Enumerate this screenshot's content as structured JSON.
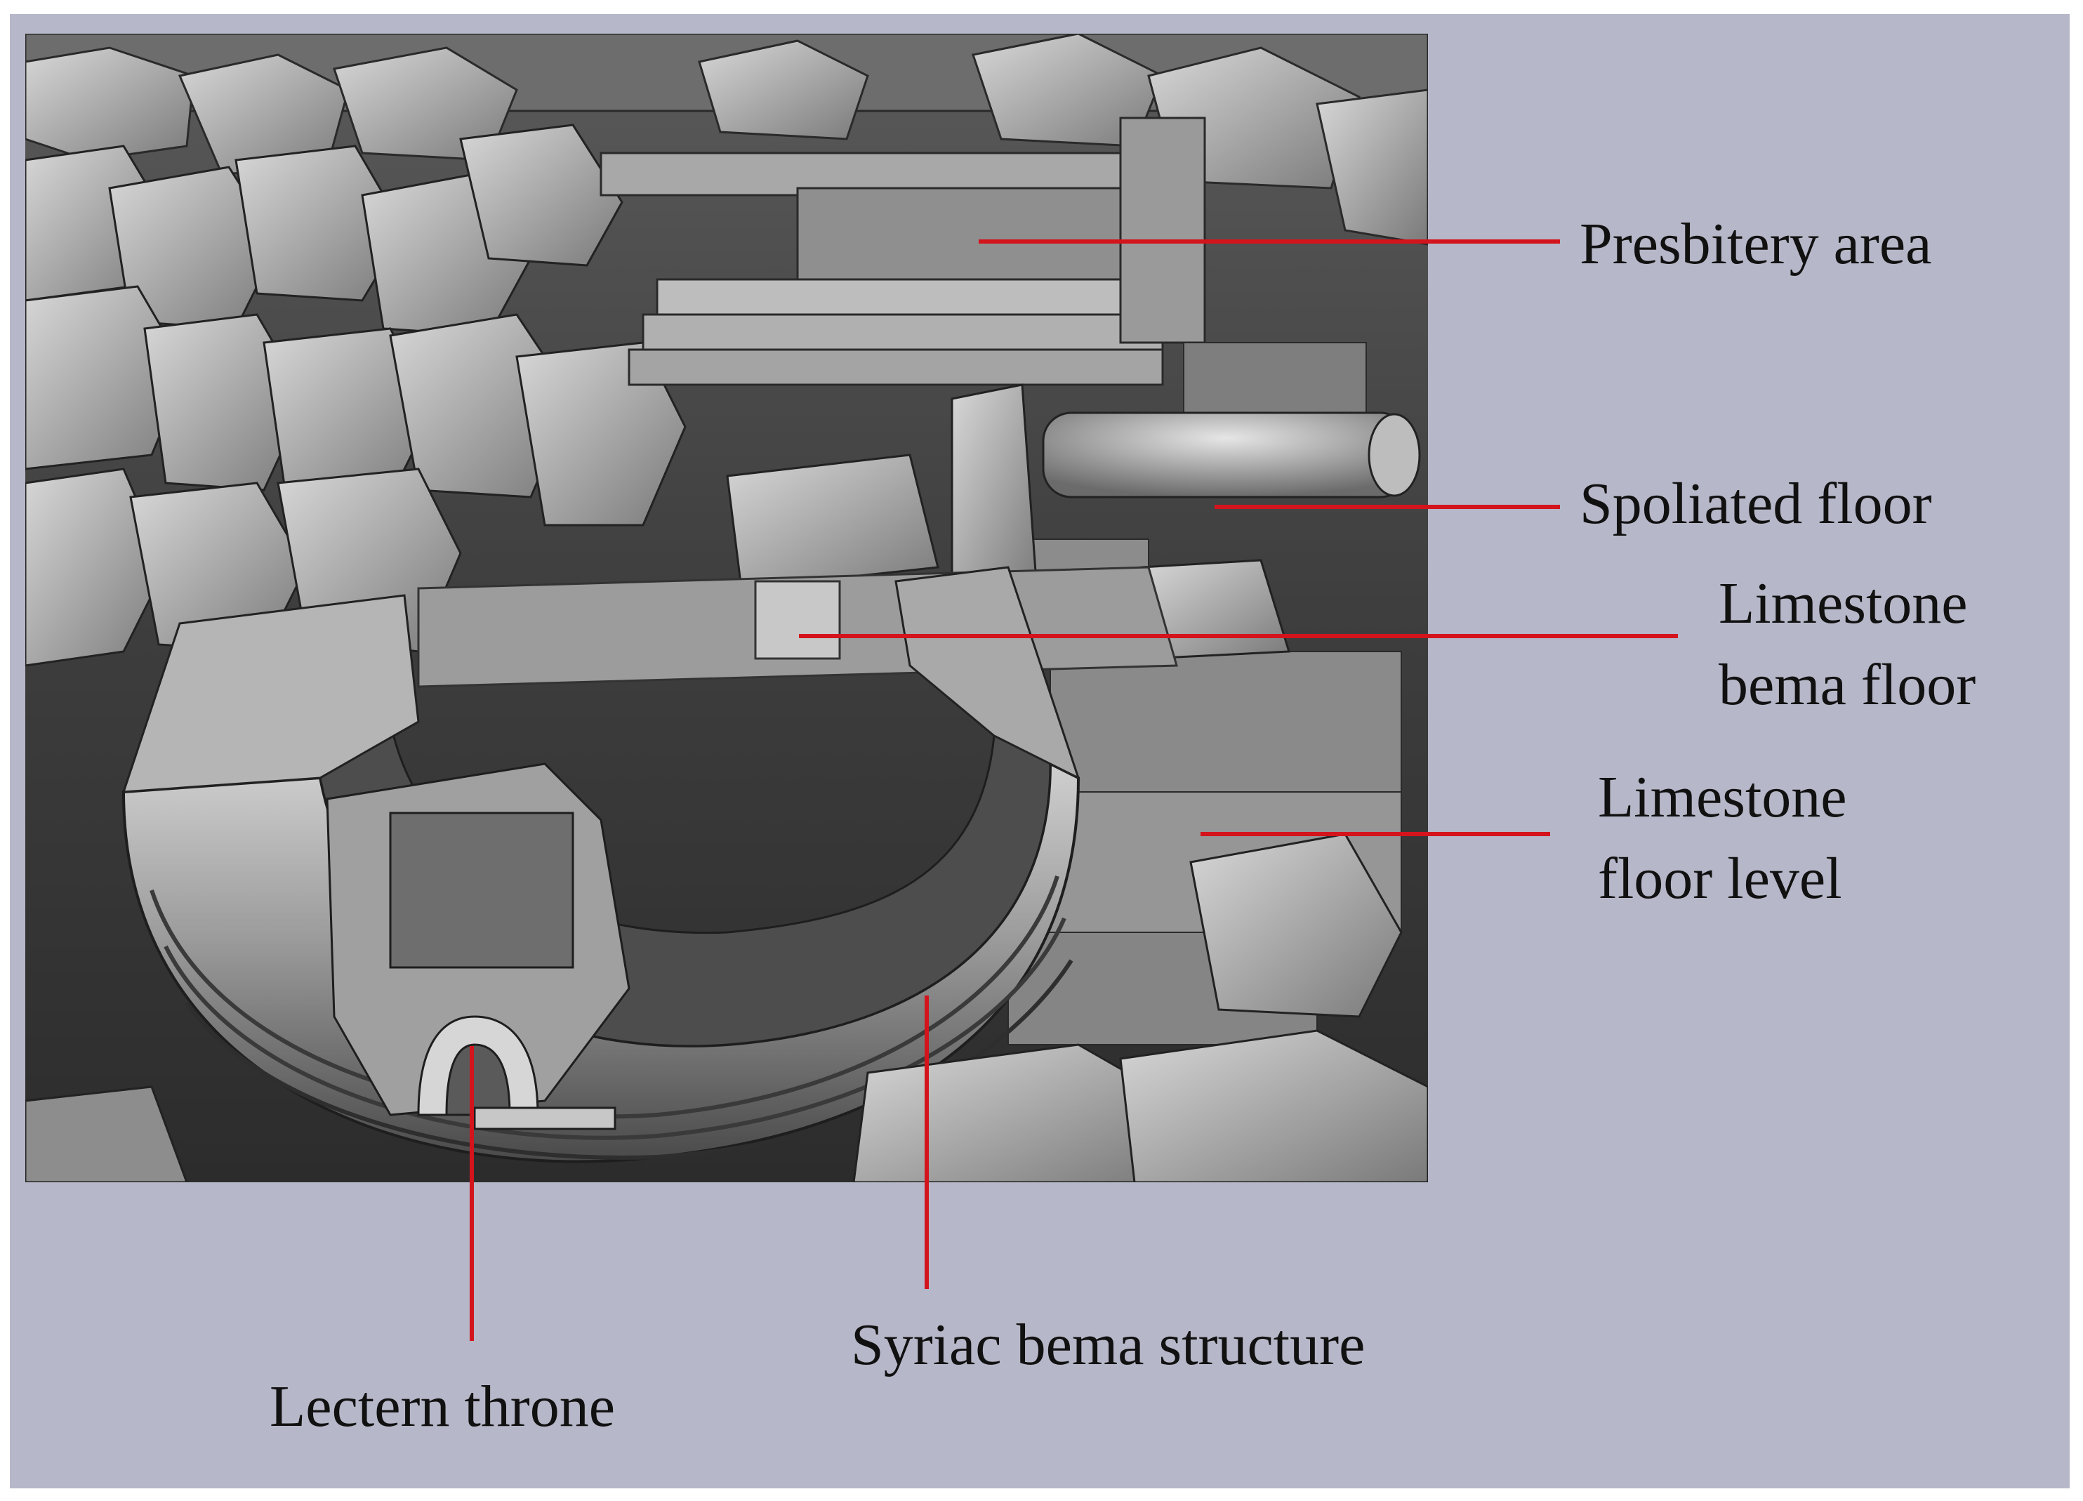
{
  "labels": {
    "presbitery": "Presbitery area",
    "spoliated": "Spoliated floor",
    "bema_floor_line1": "Limestone",
    "bema_floor_line2": "bema floor",
    "floor_level_line1": "Limestone",
    "floor_level_line2": "floor level",
    "syriac_bema": "Syriac bema structure",
    "lectern": "Lectern throne"
  },
  "colors": {
    "panel_background": "#b6b7c8",
    "leader_line": "#d4141c",
    "label_text": "#111111"
  },
  "photo": {
    "style": "black-and-white photograph of excavated stone ruins"
  }
}
